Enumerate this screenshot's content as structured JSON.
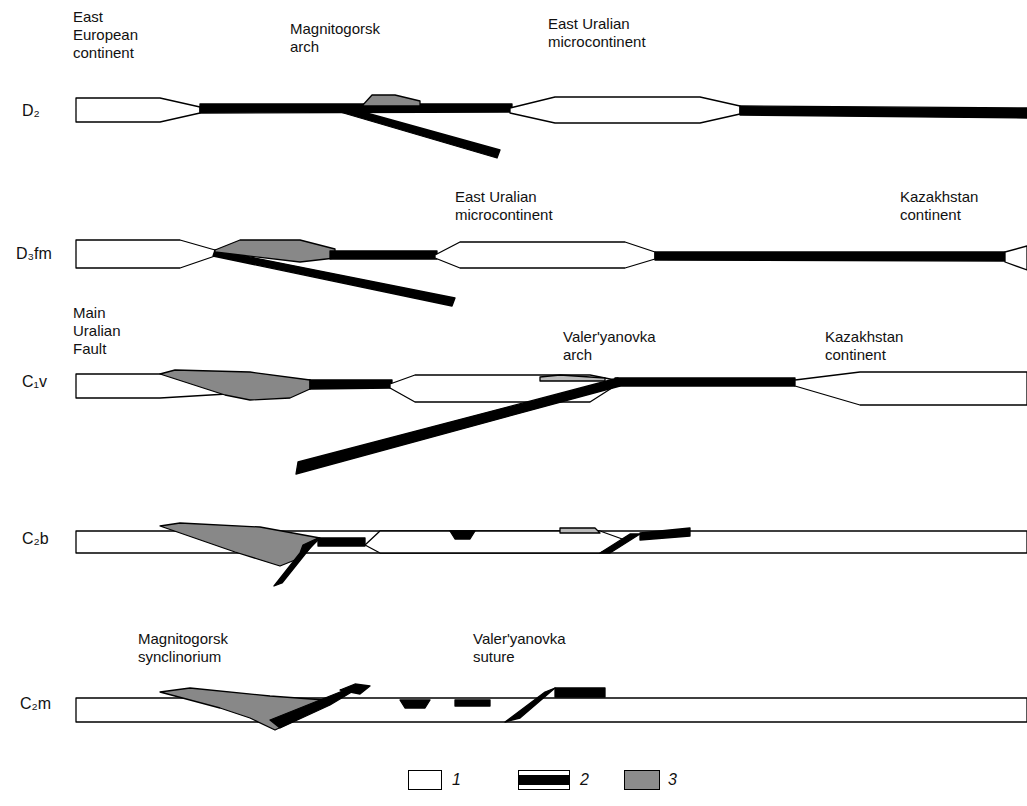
{
  "diagram": {
    "labels": [
      "East European continent",
      "Magnitogorsk arch",
      "East Uralian microcontinent",
      "D₂",
      "East Uralian microcontinent",
      "Kazakhstan continent",
      "D₃fm",
      "Main Uralian Fault",
      "Valer'yanovka arch",
      "Kazakhstan continent",
      "C₁v",
      "C₂b",
      "Magnitogorsk synclinorium",
      "Valer'yanovka suture",
      "C₂m"
    ],
    "legend": [
      {
        "text": "1",
        "color": "#ffffff"
      },
      {
        "text": "2",
        "color": "#000000"
      },
      {
        "text": "3",
        "color": "#8c8c8c"
      }
    ]
  }
}
